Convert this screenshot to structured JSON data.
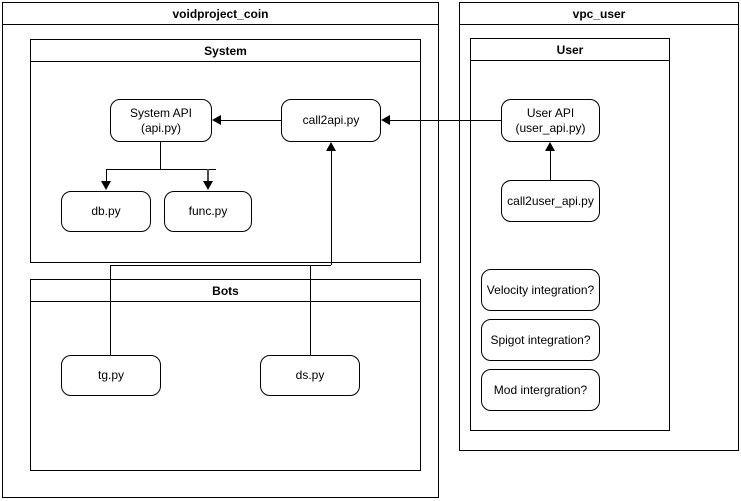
{
  "diagram": {
    "type": "architecture-block-diagram",
    "background": "#ffffff",
    "line_color": "#000000"
  },
  "pools": {
    "voidproject_coin": {
      "title": "voidproject_coin",
      "lanes": {
        "system": {
          "title": "System"
        },
        "bots": {
          "title": "Bots"
        }
      }
    },
    "vpc_user": {
      "title": "vpc_user",
      "lanes": {
        "user": {
          "title": "User"
        }
      }
    }
  },
  "nodes": {
    "system_api": {
      "label": "System API\n(api.py)"
    },
    "call2api": {
      "label": "call2api.py"
    },
    "db": {
      "label": "db.py"
    },
    "func": {
      "label": "func.py"
    },
    "tg": {
      "label": "tg.py"
    },
    "ds": {
      "label": "ds.py"
    },
    "user_api": {
      "label": "User API\n(user_api.py)"
    },
    "call2user_api": {
      "label": "call2user_api.py"
    },
    "velocity_integration": {
      "label": "Velocity integration?"
    },
    "spigot_integration": {
      "label": "Spigot integration?"
    },
    "mod_integration": {
      "label": "Mod intergration?"
    }
  },
  "edges": [
    {
      "from": "call2api",
      "to": "system_api",
      "arrow": "left"
    },
    {
      "from": "user_api",
      "to": "call2api",
      "arrow": "left"
    },
    {
      "from": "system_api",
      "to": "db",
      "arrow": "down"
    },
    {
      "from": "system_api",
      "to": "func",
      "arrow": "down"
    },
    {
      "from": "tg",
      "to": "call2api",
      "arrow": "up"
    },
    {
      "from": "ds",
      "to": "call2api",
      "arrow": "up"
    },
    {
      "from": "call2user_api",
      "to": "user_api",
      "arrow": "up"
    }
  ]
}
